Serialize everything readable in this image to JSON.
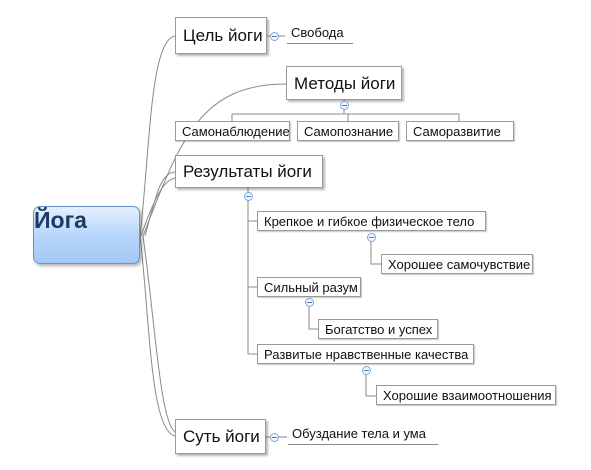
{
  "mindmap": {
    "root": "Йога",
    "goal": {
      "label": "Цель йоги",
      "child": "Свобода"
    },
    "methods": {
      "label": "Методы йоги",
      "children": [
        "Самонаблюдение",
        "Самопознание",
        "Саморазвитие"
      ]
    },
    "results": {
      "label": "Результаты йоги",
      "items": [
        {
          "label": "Крепкое и гибкое физическое тело",
          "child": "Хорошее самочувствие"
        },
        {
          "label": "Сильный разум",
          "child": "Богатство и успех"
        },
        {
          "label": "Развитые нравственные качества",
          "child": "Хорошие взаимоотношения"
        }
      ]
    },
    "essence": {
      "label": "Суть йоги",
      "child": "Обуздание тела и ума"
    }
  },
  "colors": {
    "connector": "#8a8a8a",
    "center_fill": "#b8d6fb",
    "center_text": "#1f3a62",
    "collapse_border": "#7fa6d8"
  },
  "icons": {
    "collapse": "minus-circle-icon"
  }
}
